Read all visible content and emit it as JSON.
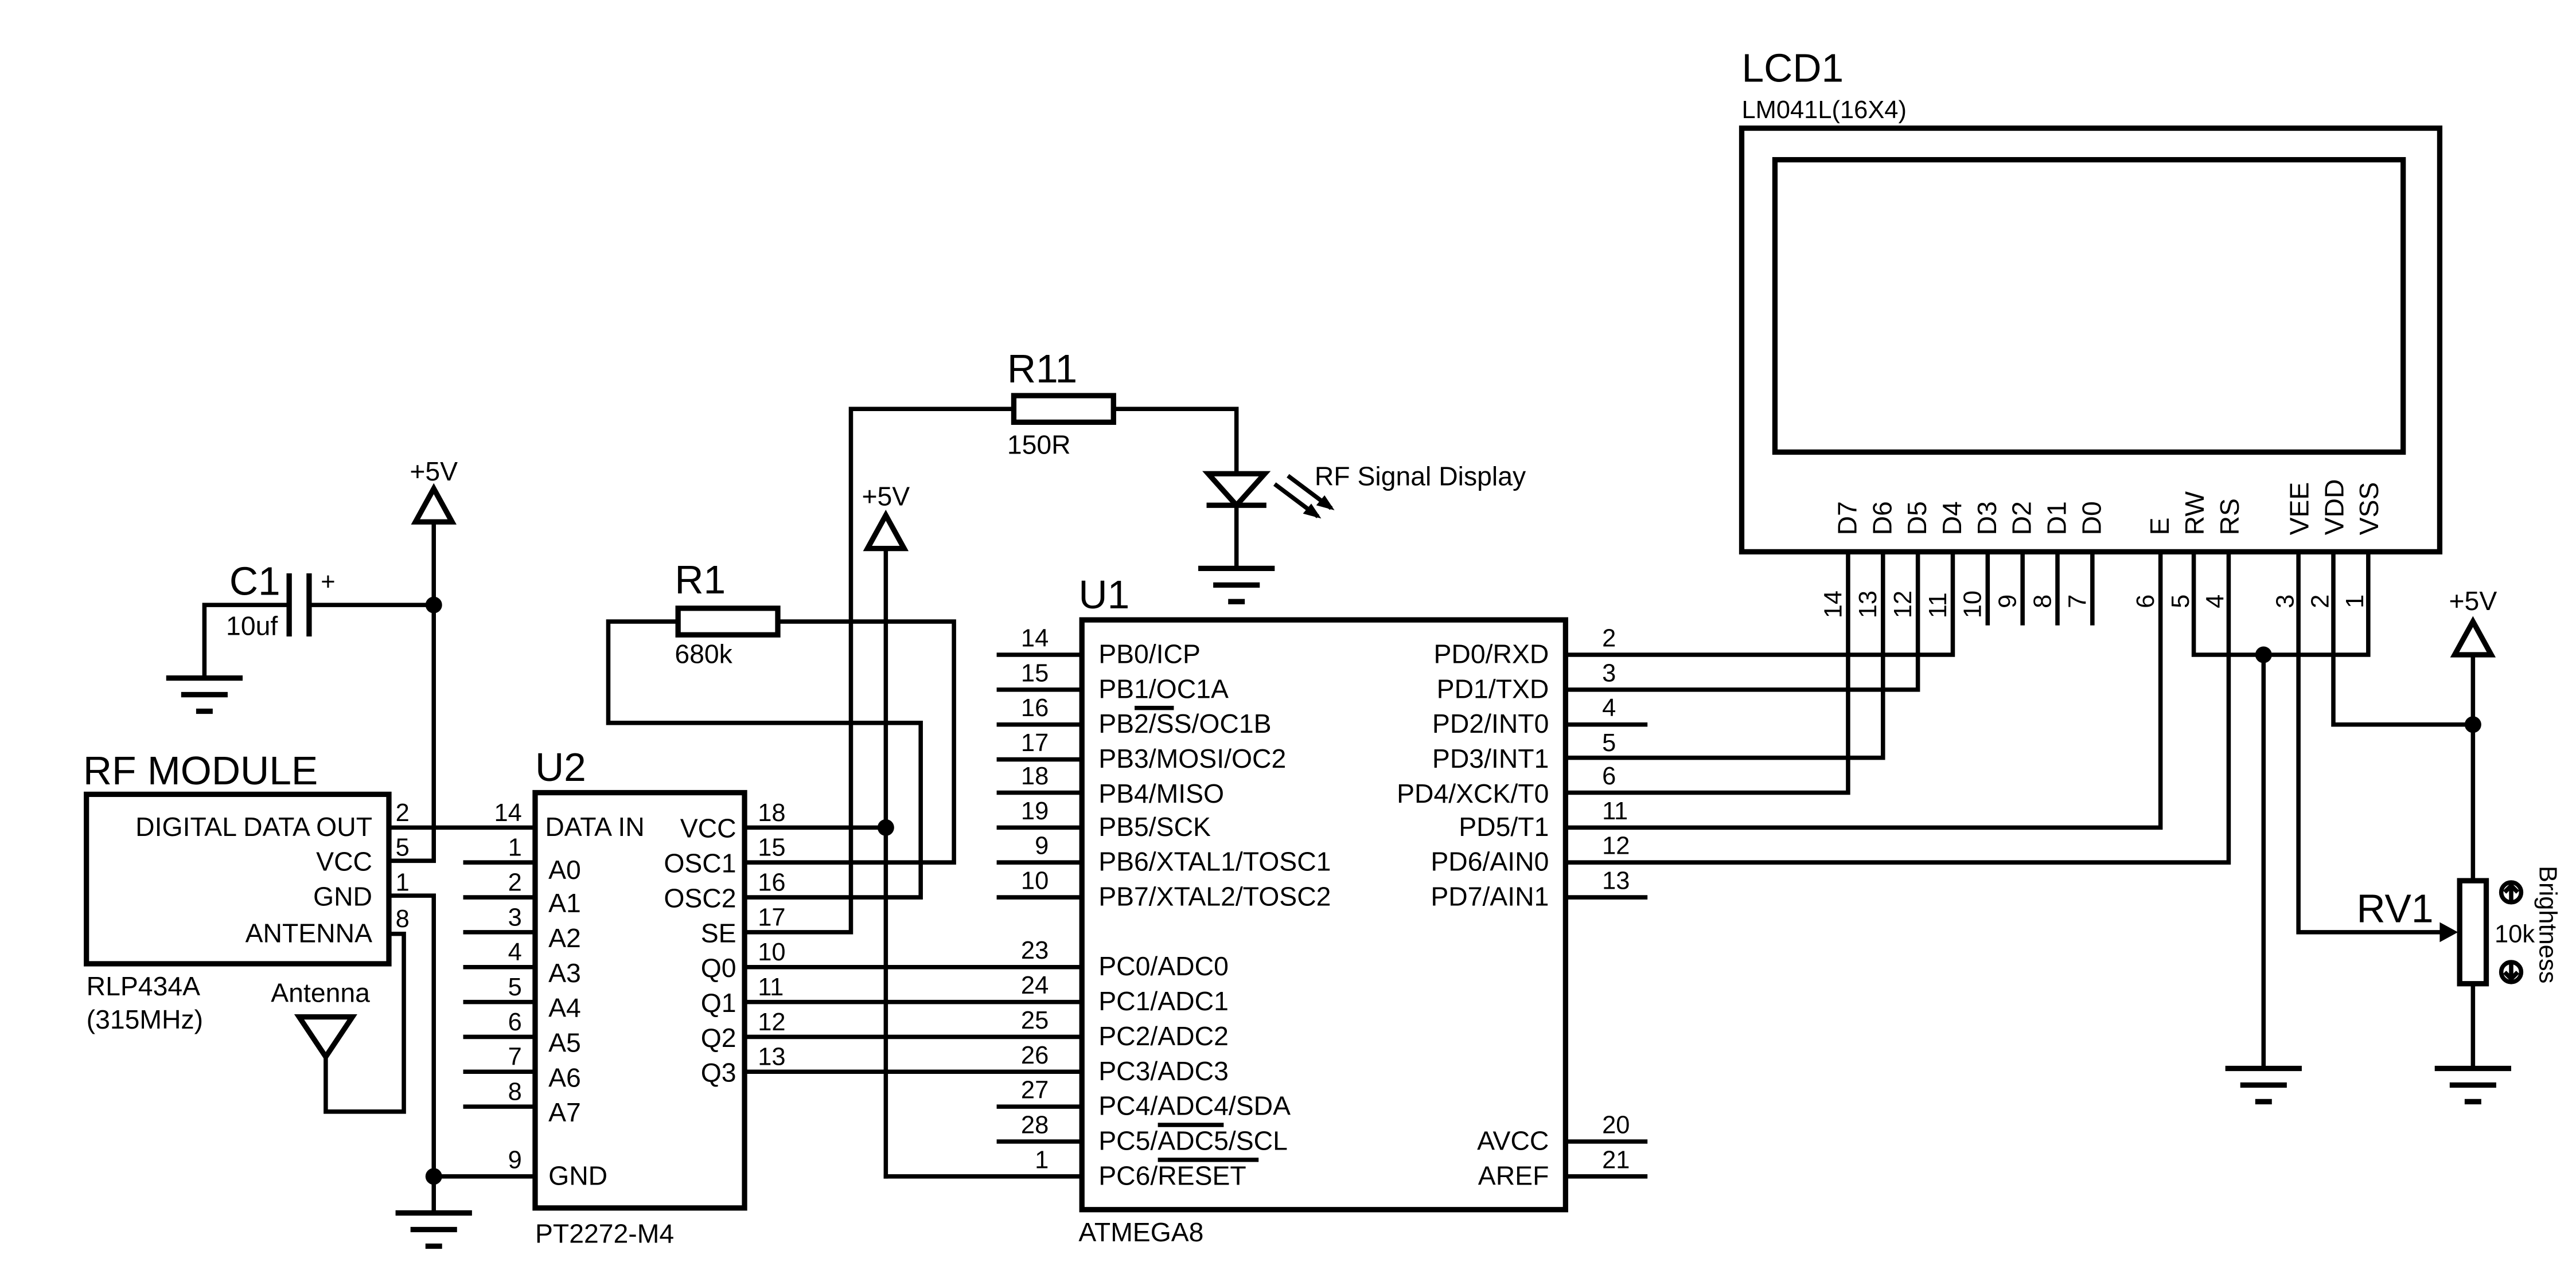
{
  "power": {
    "vcc_label": "+5V"
  },
  "c1": {
    "ref": "C1",
    "value": "10uf",
    "plus": "+"
  },
  "r1": {
    "ref": "R1",
    "value": "680k"
  },
  "r11": {
    "ref": "R11",
    "value": "150R"
  },
  "led": {
    "label": "RF Signal Display"
  },
  "rf_module": {
    "title": "RF MODULE",
    "part": "RLP434A",
    "freq": "(315MHz)",
    "antenna_label": "Antenna",
    "pins": [
      {
        "name": "DIGITAL DATA OUT",
        "num": "2"
      },
      {
        "name": "VCC",
        "num": "5"
      },
      {
        "name": "GND",
        "num": "1"
      },
      {
        "name": "ANTENNA",
        "num": "8"
      }
    ]
  },
  "u2": {
    "ref": "U2",
    "part": "PT2272-M4",
    "left_pins": [
      {
        "name": "DATA IN",
        "num": "14"
      },
      {
        "name": "A0",
        "num": "1"
      },
      {
        "name": "A1",
        "num": "2"
      },
      {
        "name": "A2",
        "num": "3"
      },
      {
        "name": "A3",
        "num": "4"
      },
      {
        "name": "A4",
        "num": "5"
      },
      {
        "name": "A5",
        "num": "6"
      },
      {
        "name": "A6",
        "num": "7"
      },
      {
        "name": "A7",
        "num": "8"
      },
      {
        "name": "GND",
        "num": "9"
      }
    ],
    "right_pins": [
      {
        "name": "VCC",
        "num": "18"
      },
      {
        "name": "OSC1",
        "num": "15"
      },
      {
        "name": "OSC2",
        "num": "16"
      },
      {
        "name": "SE",
        "num": "17"
      },
      {
        "name": "Q0",
        "num": "10"
      },
      {
        "name": "Q1",
        "num": "11"
      },
      {
        "name": "Q2",
        "num": "12"
      },
      {
        "name": "Q3",
        "num": "13"
      }
    ]
  },
  "u1": {
    "ref": "U1",
    "part": "ATMEGA8",
    "left_pins": [
      {
        "name": "PB0/ICP",
        "num": "14"
      },
      {
        "name": "PB1/OC1A",
        "num": "15"
      },
      {
        "name": "PB2/SS/OC1B",
        "num": "16"
      },
      {
        "name": "PB3/MOSI/OC2",
        "num": "17"
      },
      {
        "name": "PB4/MISO",
        "num": "18"
      },
      {
        "name": "PB5/SCK",
        "num": "19"
      },
      {
        "name": "PB6/XTAL1/TOSC1",
        "num": "9"
      },
      {
        "name": "PB7/XTAL2/TOSC2",
        "num": "10"
      },
      {
        "name": "PC0/ADC0",
        "num": "23"
      },
      {
        "name": "PC1/ADC1",
        "num": "24"
      },
      {
        "name": "PC2/ADC2",
        "num": "25"
      },
      {
        "name": "PC3/ADC3",
        "num": "26"
      },
      {
        "name": "PC4/ADC4/SDA",
        "num": "27"
      },
      {
        "name": "PC5/ADC5/SCL",
        "num": "28"
      },
      {
        "name": "PC6/RESET",
        "num": "1"
      }
    ],
    "right_pins": [
      {
        "name": "PD0/RXD",
        "num": "2"
      },
      {
        "name": "PD1/TXD",
        "num": "3"
      },
      {
        "name": "PD2/INT0",
        "num": "4"
      },
      {
        "name": "PD3/INT1",
        "num": "5"
      },
      {
        "name": "PD4/XCK/T0",
        "num": "6"
      },
      {
        "name": "PD5/T1",
        "num": "11"
      },
      {
        "name": "PD6/AIN0",
        "num": "12"
      },
      {
        "name": "PD7/AIN1",
        "num": "13"
      },
      {
        "name": "AVCC",
        "num": "20"
      },
      {
        "name": "AREF",
        "num": "21"
      }
    ]
  },
  "lcd1": {
    "ref": "LCD1",
    "part": "LM041L(16X4)",
    "pins": [
      {
        "name": "D7",
        "num": "14"
      },
      {
        "name": "D6",
        "num": "13"
      },
      {
        "name": "D5",
        "num": "12"
      },
      {
        "name": "D4",
        "num": "11"
      },
      {
        "name": "D3",
        "num": "10"
      },
      {
        "name": "D2",
        "num": "9"
      },
      {
        "name": "D1",
        "num": "8"
      },
      {
        "name": "D0",
        "num": "7"
      },
      {
        "name": "E",
        "num": "6"
      },
      {
        "name": "RW",
        "num": "5"
      },
      {
        "name": "RS",
        "num": "4"
      },
      {
        "name": "VEE",
        "num": "3"
      },
      {
        "name": "VDD",
        "num": "2"
      },
      {
        "name": "VSS",
        "num": "1"
      }
    ]
  },
  "rv1": {
    "ref": "RV1",
    "value": "10k",
    "label": "Brightness"
  }
}
